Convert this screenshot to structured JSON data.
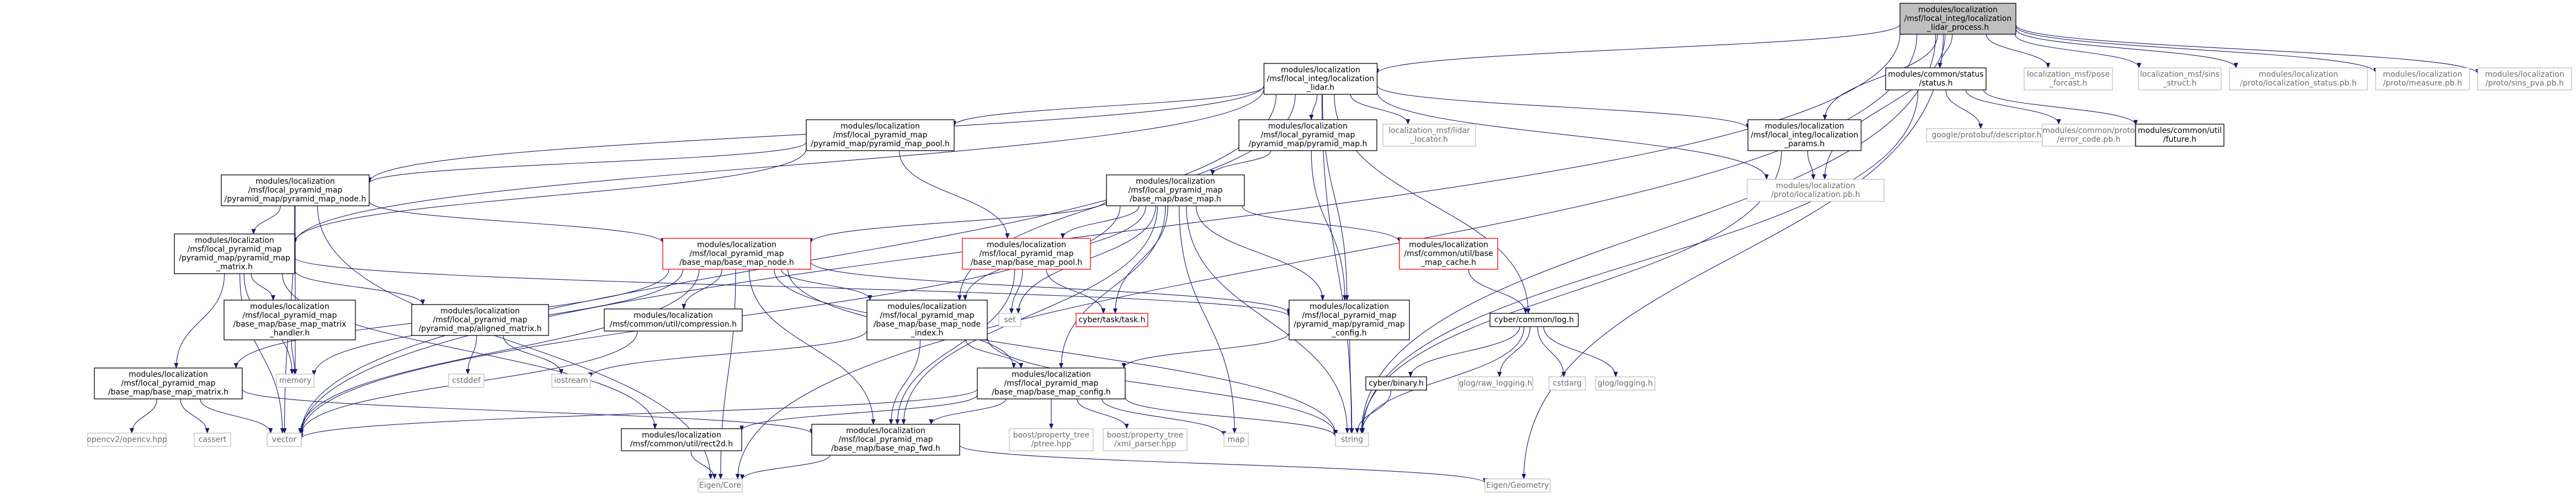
{
  "diagram": {
    "nodes": [
      {
        "id": "root",
        "lines": [
          "modules/localization",
          "/msf/local_integ/localization",
          "_lidar_process.h"
        ],
        "style": "root"
      },
      {
        "id": "lidar",
        "lines": [
          "modules/localization",
          "/msf/local_integ/localization",
          "_lidar.h"
        ],
        "style": "normal"
      },
      {
        "id": "status",
        "lines": [
          "modules/common/status",
          "/status.h"
        ],
        "style": "normal"
      },
      {
        "id": "pose_forcast",
        "lines": [
          "localization_msf/pose",
          "_forcast.h"
        ],
        "style": "gray"
      },
      {
        "id": "sins_struct",
        "lines": [
          "localization_msf/sins",
          "_struct.h"
        ],
        "style": "gray"
      },
      {
        "id": "loc_status_pb",
        "lines": [
          "modules/localization",
          "/proto/localization_status.pb.h"
        ],
        "style": "gray"
      },
      {
        "id": "measure_pb",
        "lines": [
          "modules/localization",
          "/proto/measure.pb.h"
        ],
        "style": "gray"
      },
      {
        "id": "sins_pva_pb",
        "lines": [
          "modules/localization",
          "/proto/sins_pva.pb.h"
        ],
        "style": "gray"
      },
      {
        "id": "pyramid_pool",
        "lines": [
          "modules/localization",
          "/msf/local_pyramid_map",
          "/pyramid_map/pyramid_map_pool.h"
        ],
        "style": "normal"
      },
      {
        "id": "pyramid_map",
        "lines": [
          "modules/localization",
          "/msf/local_pyramid_map",
          "/pyramid_map/pyramid_map.h"
        ],
        "style": "normal"
      },
      {
        "id": "lidar_locator",
        "lines": [
          "localization_msf/lidar",
          "_locator.h"
        ],
        "style": "gray"
      },
      {
        "id": "integ_params",
        "lines": [
          "modules/localization",
          "/msf/local_integ/localization",
          "_params.h"
        ],
        "style": "normal"
      },
      {
        "id": "descriptor",
        "lines": [
          "google/protobuf/descriptor.h"
        ],
        "style": "gray"
      },
      {
        "id": "error_code",
        "lines": [
          "modules/common/proto",
          "/error_code.pb.h"
        ],
        "style": "gray"
      },
      {
        "id": "future",
        "lines": [
          "modules/common/util",
          "/future.h"
        ],
        "style": "normal"
      },
      {
        "id": "loc_pb",
        "lines": [
          "modules/localization",
          "/proto/localization.pb.h"
        ],
        "style": "gray"
      },
      {
        "id": "pyr_node",
        "lines": [
          "modules/localization",
          "/msf/local_pyramid_map",
          "/pyramid_map/pyramid_map_node.h"
        ],
        "style": "normal"
      },
      {
        "id": "base_map",
        "lines": [
          "modules/localization",
          "/msf/local_pyramid_map",
          "/base_map/base_map.h"
        ],
        "style": "normal"
      },
      {
        "id": "pyr_matrix",
        "lines": [
          "modules/localization",
          "/msf/local_pyramid_map",
          "/pyramid_map/pyramid_map",
          "_matrix.h"
        ],
        "style": "normal"
      },
      {
        "id": "bm_node",
        "lines": [
          "modules/localization",
          "/msf/local_pyramid_map",
          "/base_map/base_map_node.h"
        ],
        "style": "red"
      },
      {
        "id": "bm_pool",
        "lines": [
          "modules/localization",
          "/msf/local_pyramid_map",
          "/base_map/base_map_pool.h"
        ],
        "style": "red"
      },
      {
        "id": "lru_cache",
        "lines": [
          "modules/localization",
          "/msf/common/util/base",
          "_map_cache.h"
        ],
        "style": "red"
      },
      {
        "id": "matrix_handler",
        "lines": [
          "modules/localization",
          "/msf/local_pyramid_map",
          "/base_map/base_map_matrix",
          "_handler.h"
        ],
        "style": "normal"
      },
      {
        "id": "aligned_matrix",
        "lines": [
          "modules/localization",
          "/msf/local_pyramid_map",
          "/pyramid_map/aligned_matrix.h"
        ],
        "style": "normal"
      },
      {
        "id": "compression",
        "lines": [
          "modules/localization",
          "/msf/common/util/compression.h"
        ],
        "style": "normal"
      },
      {
        "id": "bm_node_index",
        "lines": [
          "modules/localization",
          "/msf/local_pyramid_map",
          "/base_map/base_map_node",
          "_index.h"
        ],
        "style": "normal"
      },
      {
        "id": "set",
        "lines": [
          "set"
        ],
        "style": "gray"
      },
      {
        "id": "task",
        "lines": [
          "cyber/task/task.h"
        ],
        "style": "red"
      },
      {
        "id": "pyr_config",
        "lines": [
          "modules/localization",
          "/msf/local_pyramid_map",
          "/pyramid_map/pyramid_map",
          "_config.h"
        ],
        "style": "normal"
      },
      {
        "id": "log",
        "lines": [
          "cyber/common/log.h"
        ],
        "style": "normal"
      },
      {
        "id": "bm_matrix",
        "lines": [
          "modules/localization",
          "/msf/local_pyramid_map",
          "/base_map/base_map_matrix.h"
        ],
        "style": "normal"
      },
      {
        "id": "memory",
        "lines": [
          "memory"
        ],
        "style": "gray"
      },
      {
        "id": "cstddef",
        "lines": [
          "cstddef"
        ],
        "style": "gray"
      },
      {
        "id": "iostream",
        "lines": [
          "iostream"
        ],
        "style": "gray"
      },
      {
        "id": "bm_config",
        "lines": [
          "modules/localization",
          "/msf/local_pyramid_map",
          "/base_map/base_map_config.h"
        ],
        "style": "normal"
      },
      {
        "id": "binary",
        "lines": [
          "cyber/binary.h"
        ],
        "style": "normal"
      },
      {
        "id": "raw_logging",
        "lines": [
          "glog/raw_logging.h"
        ],
        "style": "gray"
      },
      {
        "id": "cstdarg",
        "lines": [
          "cstdarg"
        ],
        "style": "gray"
      },
      {
        "id": "glog",
        "lines": [
          "glog/logging.h"
        ],
        "style": "gray"
      },
      {
        "id": "opencv",
        "lines": [
          "opencv2/opencv.hpp"
        ],
        "style": "gray"
      },
      {
        "id": "cassert",
        "lines": [
          "cassert"
        ],
        "style": "gray"
      },
      {
        "id": "vector",
        "lines": [
          "vector"
        ],
        "style": "gray"
      },
      {
        "id": "rect2d",
        "lines": [
          "modules/localization",
          "/msf/common/util/rect2d.h"
        ],
        "style": "normal"
      },
      {
        "id": "bm_fwd",
        "lines": [
          "modules/localization",
          "/msf/local_pyramid_map",
          "/base_map/base_map_fwd.h"
        ],
        "style": "normal"
      },
      {
        "id": "ptree",
        "lines": [
          "boost/property_tree",
          "/ptree.hpp"
        ],
        "style": "gray"
      },
      {
        "id": "xml_parser",
        "lines": [
          "boost/property_tree",
          "/xml_parser.hpp"
        ],
        "style": "gray"
      },
      {
        "id": "map",
        "lines": [
          "map"
        ],
        "style": "gray"
      },
      {
        "id": "string",
        "lines": [
          "string"
        ],
        "style": "gray"
      },
      {
        "id": "eigen_core",
        "lines": [
          "Eigen/Core"
        ],
        "style": "gray"
      },
      {
        "id": "eigen_geometry",
        "lines": [
          "Eigen/Geometry"
        ],
        "style": "gray"
      }
    ],
    "edges": [
      [
        "root",
        "lidar"
      ],
      [
        "root",
        "status"
      ],
      [
        "root",
        "pose_forcast"
      ],
      [
        "root",
        "sins_struct"
      ],
      [
        "root",
        "loc_status_pb"
      ],
      [
        "root",
        "measure_pb"
      ],
      [
        "root",
        "sins_pva_pb"
      ],
      [
        "root",
        "integ_params"
      ],
      [
        "root",
        "loc_pb"
      ],
      [
        "root",
        "string"
      ],
      [
        "root",
        "vector"
      ],
      [
        "root",
        "eigen_core"
      ],
      [
        "root",
        "eigen_geometry"
      ],
      [
        "lidar",
        "pyramid_pool"
      ],
      [
        "lidar",
        "pyramid_map"
      ],
      [
        "lidar",
        "lidar_locator"
      ],
      [
        "lidar",
        "integ_params"
      ],
      [
        "lidar",
        "pyr_node"
      ],
      [
        "lidar",
        "pyr_matrix"
      ],
      [
        "lidar",
        "bm_node_index"
      ],
      [
        "lidar",
        "pyr_config"
      ],
      [
        "lidar",
        "log"
      ],
      [
        "lidar",
        "string"
      ],
      [
        "lidar",
        "loc_pb"
      ],
      [
        "lidar",
        "vector"
      ],
      [
        "status",
        "descriptor"
      ],
      [
        "status",
        "error_code"
      ],
      [
        "status",
        "future"
      ],
      [
        "status",
        "string"
      ],
      [
        "integ_params",
        "loc_pb"
      ],
      [
        "integ_params",
        "string"
      ],
      [
        "pyramid_pool",
        "pyr_node"
      ],
      [
        "pyramid_pool",
        "bm_pool"
      ],
      [
        "pyramid_pool",
        "pyr_matrix"
      ],
      [
        "pyramid_map",
        "base_map"
      ],
      [
        "pyramid_map",
        "pyr_config"
      ],
      [
        "pyr_node",
        "bm_node"
      ],
      [
        "pyr_node",
        "pyr_matrix"
      ],
      [
        "pyr_node",
        "vector"
      ],
      [
        "pyr_node",
        "eigen_core"
      ],
      [
        "pyr_node",
        "memory"
      ],
      [
        "base_map",
        "bm_node"
      ],
      [
        "base_map",
        "bm_pool"
      ],
      [
        "base_map",
        "lru_cache"
      ],
      [
        "base_map",
        "bm_node_index"
      ],
      [
        "base_map",
        "task"
      ],
      [
        "base_map",
        "set"
      ],
      [
        "base_map",
        "pyr_config"
      ],
      [
        "base_map",
        "bm_config"
      ],
      [
        "base_map",
        "bm_fwd"
      ],
      [
        "base_map",
        "map"
      ],
      [
        "base_map",
        "string"
      ],
      [
        "base_map",
        "vector"
      ],
      [
        "pyr_matrix",
        "matrix_handler"
      ],
      [
        "pyr_matrix",
        "aligned_matrix"
      ],
      [
        "pyr_matrix",
        "bm_matrix"
      ],
      [
        "pyr_matrix",
        "memory"
      ],
      [
        "pyr_matrix",
        "vector"
      ],
      [
        "pyr_matrix",
        "rect2d"
      ],
      [
        "pyr_matrix",
        "pyr_config"
      ],
      [
        "bm_node",
        "compression"
      ],
      [
        "bm_node",
        "bm_node_index"
      ],
      [
        "bm_node",
        "pyr_config"
      ],
      [
        "bm_node",
        "bm_config"
      ],
      [
        "bm_node",
        "bm_fwd"
      ],
      [
        "bm_node",
        "memory"
      ],
      [
        "bm_node",
        "vector"
      ],
      [
        "bm_node",
        "eigen_core"
      ],
      [
        "bm_node",
        "string"
      ],
      [
        "bm_node",
        "bm_matrix"
      ],
      [
        "bm_pool",
        "task"
      ],
      [
        "bm_pool",
        "set"
      ],
      [
        "bm_pool",
        "bm_fwd"
      ],
      [
        "lru_cache",
        "log"
      ],
      [
        "matrix_handler",
        "memory"
      ],
      [
        "aligned_matrix",
        "cstddef"
      ],
      [
        "aligned_matrix",
        "iostream"
      ],
      [
        "compression",
        "vector"
      ],
      [
        "bm_node_index",
        "bm_config"
      ],
      [
        "bm_node_index",
        "bm_fwd"
      ],
      [
        "bm_node_index",
        "iostream"
      ],
      [
        "bm_node_index",
        "string"
      ],
      [
        "pyr_config",
        "bm_config"
      ],
      [
        "pyr_config",
        "string"
      ],
      [
        "log",
        "binary"
      ],
      [
        "log",
        "raw_logging"
      ],
      [
        "log",
        "cstdarg"
      ],
      [
        "log",
        "glog"
      ],
      [
        "log",
        "string"
      ],
      [
        "binary",
        "string"
      ],
      [
        "bm_matrix",
        "opencv"
      ],
      [
        "bm_matrix",
        "cassert"
      ],
      [
        "bm_matrix",
        "vector"
      ],
      [
        "bm_matrix",
        "bm_fwd"
      ],
      [
        "bm_config",
        "rect2d"
      ],
      [
        "bm_config",
        "ptree"
      ],
      [
        "bm_config",
        "xml_parser"
      ],
      [
        "bm_config",
        "map"
      ],
      [
        "bm_config",
        "string"
      ],
      [
        "bm_config",
        "vector"
      ],
      [
        "bm_config",
        "bm_fwd"
      ],
      [
        "rect2d",
        "eigen_core"
      ],
      [
        "bm_fwd",
        "eigen_core"
      ],
      [
        "bm_fwd",
        "eigen_geometry"
      ]
    ]
  }
}
